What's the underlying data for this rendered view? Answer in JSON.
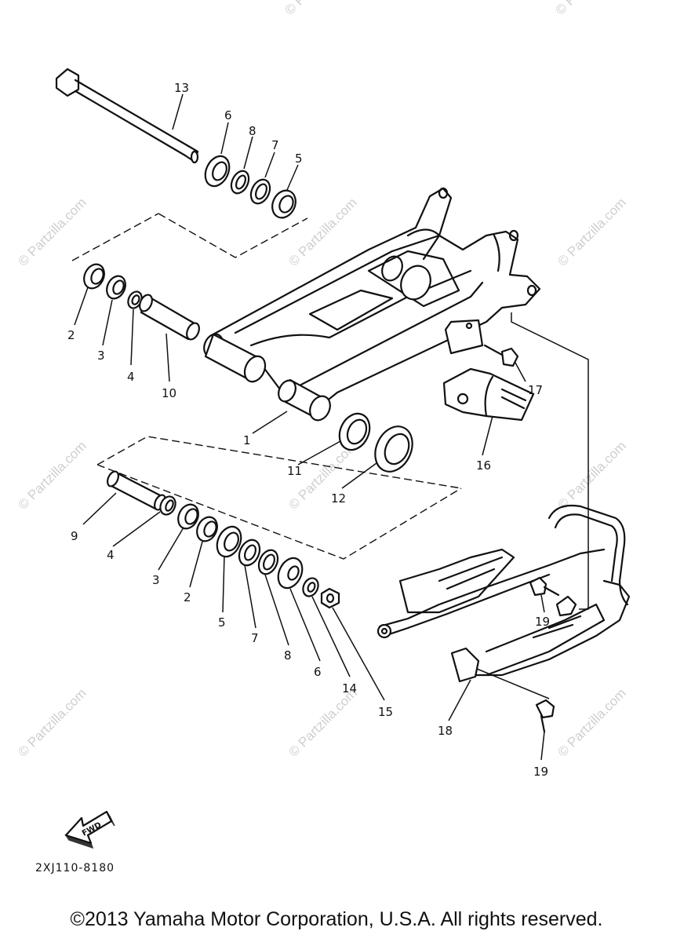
{
  "watermark": {
    "text": "© Partzilla.com"
  },
  "callouts": [
    "1",
    "2",
    "3",
    "4",
    "5",
    "6",
    "7",
    "8",
    "9",
    "10",
    "11",
    "12",
    "13",
    "14",
    "15",
    "16",
    "17",
    "18",
    "19"
  ],
  "direction_arrow": {
    "label": "FWD"
  },
  "diagram_code": "2XJ110-8180",
  "copyright": "©2013 Yamaha Motor Corporation, U.S.A. All rights reserved."
}
